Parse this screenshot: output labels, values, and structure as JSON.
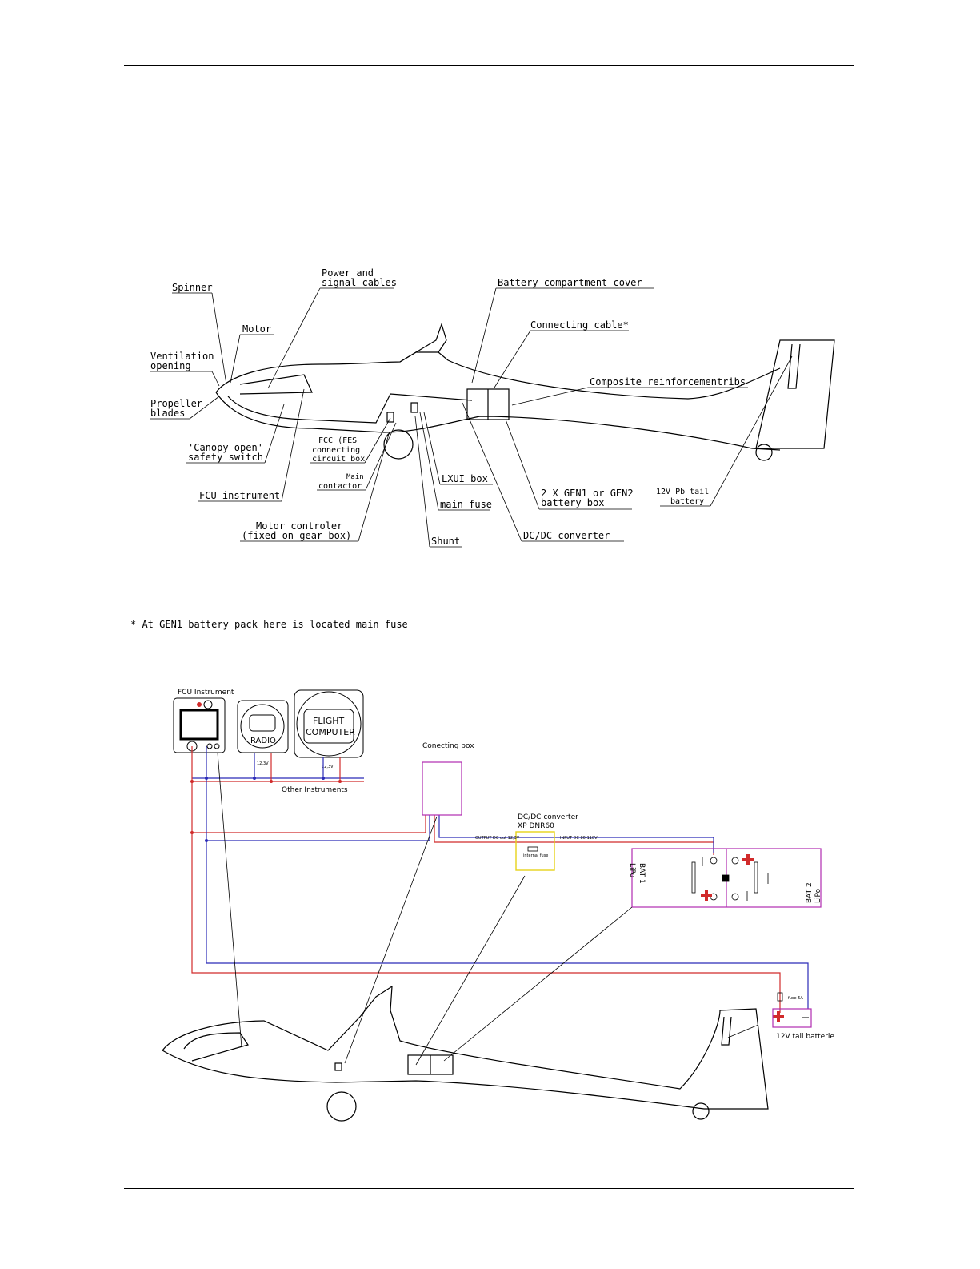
{
  "diagram1": {
    "labels": {
      "spinner": "Spinner",
      "power1": "Power and",
      "power2": "signal cables",
      "battery_cover": "Battery compartment cover",
      "motor": "Motor",
      "connecting_cable": "Connecting cable*",
      "vent1": "Ventilation",
      "vent2": "opening",
      "composite": "Composite reinforcementribs",
      "prop1": "Propeller",
      "prop2": "blades",
      "fcc1": "FCC (FES",
      "fcc2": "connecting",
      "fcc3": "circuit box",
      "canopy1": "'Canopy open'",
      "canopy2": "safety switch",
      "main_contactor1": "Main",
      "main_contactor2": "contactor",
      "fcu_instrument": "FCU instrument",
      "lxui": "LXUI box",
      "gen1": "2 X GEN1 or GEN2",
      "gen2": "battery box",
      "tail1": "12V  Pb tail",
      "tail2": "battery",
      "main_fuse": "main fuse",
      "motor_ctrl1": "Motor controler",
      "motor_ctrl2": "(fixed on gear box)",
      "dcdc": "DC/DC converter",
      "shunt": "Shunt"
    }
  },
  "footnote": "* At GEN1 battery pack here is located main fuse",
  "diagram2": {
    "fcu_title": "FCU Instrument",
    "radio": "RADIO",
    "flight1": "FLIGHT",
    "flight2": "COMPUTER",
    "v_radio": "12,3V",
    "v_fc": "12,3V",
    "other": "Other Instruments",
    "conecting_box": "Conecting box",
    "dcdc1": "DC/DC converter",
    "dcdc2": "XP DNR60",
    "out_label": "OUTPUT DC out 12,3V",
    "in_label": "INPUT DC 80-118V",
    "internal_fuse": "internal fuse",
    "bat1a": "BAT 1",
    "bat1b": "LiPo",
    "bat2a": "BAT 2",
    "bat2b": "LiPo",
    "fuse5a": "fuse 5A",
    "tail_batt": "12V tail batterie",
    "colors": {
      "positive": "#d12b2b",
      "negative": "#2b2bb8",
      "box": "#b02bb0",
      "converter": "#e6d21a"
    }
  }
}
